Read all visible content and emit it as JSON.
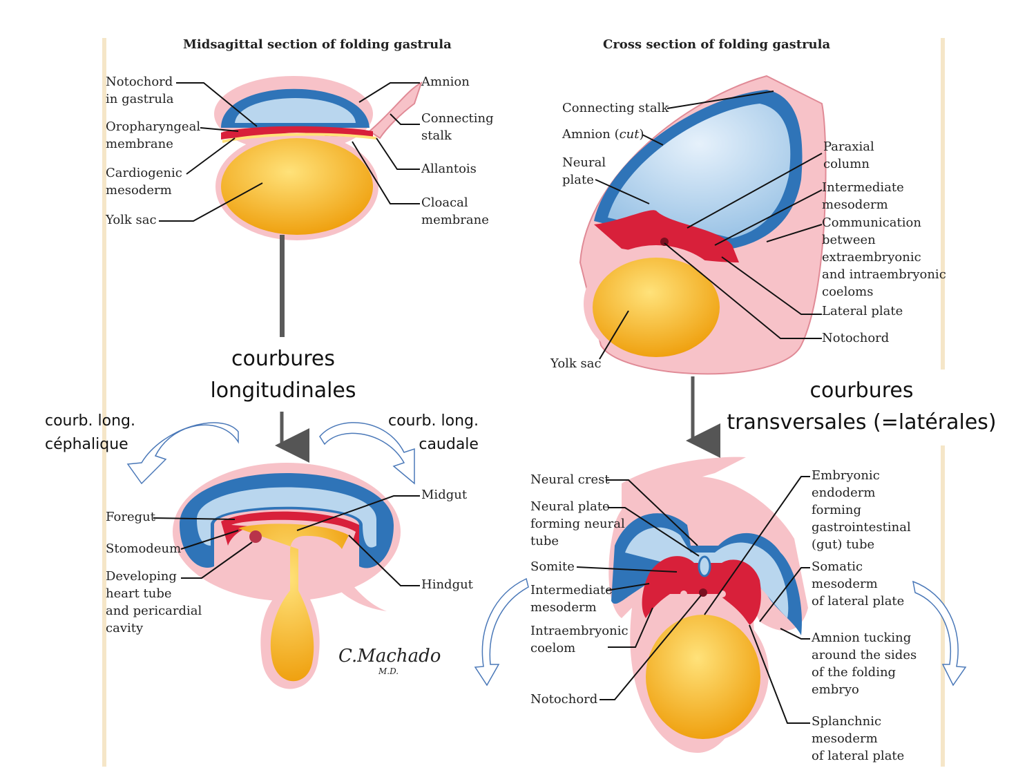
{
  "colors": {
    "amnion_blue": "#2f74b8",
    "amnion_light": "#b9d6ee",
    "yolk_orange": "#f0a40f",
    "yolk_light": "#ffd96a",
    "mesoderm_red": "#d8203a",
    "ectoderm_pink": "#f7c2c8",
    "panel_edge": "#f5e6c8",
    "arrow_blue": "#4a78b8"
  },
  "left_top": {
    "title": "Midsagittal section of folding gastrula",
    "labels": {
      "notochord": "Notochord\nin gastrula",
      "oropharyngeal": "Oropharyngeal\nmembrane",
      "cardiogenic": "Cardiogenic\nmesoderm",
      "yolk_sac": "Yolk sac",
      "amnion": "Amnion",
      "connecting_stalk": "Connecting\nstalk",
      "allantois": "Allantois",
      "cloacal": "Cloacal\nmembrane"
    }
  },
  "left_bottom": {
    "labels": {
      "foregut": "Foregut",
      "stomodeum": "Stomodeum",
      "developing_heart": "Developing\nheart tube\nand pericardial\ncavity",
      "midgut": "Midgut",
      "hindgut": "Hindgut"
    },
    "signature": "C.Machado",
    "signature_suffix": "M.D."
  },
  "right_top": {
    "title": "Cross section of folding gastrula",
    "labels": {
      "connecting_stalk": "Connecting stalk",
      "amnion_cut_prefix": "Amnion (",
      "amnion_cut_italic": "cut",
      "amnion_cut_suffix": ")",
      "neural_plate": "Neural\nplate",
      "yolk_sac": "Yolk sac",
      "paraxial": "Paraxial\ncolumn",
      "intermediate": "Intermediate\nmesoderm",
      "communication": "Communication\nbetween\nextraembryonic\nand intraembryonic\ncoeloms",
      "lateral_plate": "Lateral plate",
      "notochord": "Notochord"
    }
  },
  "right_bottom": {
    "labels": {
      "neural_crest": "Neural crest",
      "neural_plate_tube": "Neural plate\nforming neural\ntube",
      "somite": "Somite",
      "intermediate": "Intermediate\nmesoderm",
      "intraembryonic": "Intraembryonic\ncoelom",
      "notochord": "Notochord",
      "embryonic_endoderm": "Embryonic\nendoderm\nforming\ngastrointestinal\n(gut) tube",
      "somatic": "Somatic\nmesoderm\nof lateral plate",
      "amnion_tucking": "Amnion tucking\naround the sides\nof the folding\nembryo",
      "splanchnic": "Splanchnic\nmesoderm\nof lateral plate"
    }
  },
  "annotations": {
    "longitudinal": "courbures\nlongitudinales",
    "transverse": "courbures\ntransversales (=latérales)",
    "cephalic": "courb. long.\ncéphalique",
    "caudal": "courb. long.\ncaudale"
  }
}
